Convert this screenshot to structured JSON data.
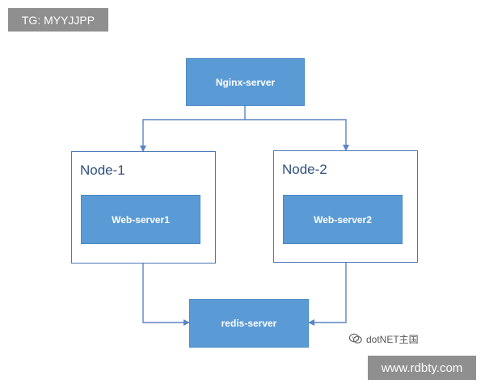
{
  "badges": {
    "top_left": "TG: MYYJJPP",
    "bottom_right": "www.rdbty.com"
  },
  "diagram": {
    "nodes": [
      {
        "title": "Node-1",
        "server": "Web-server1"
      },
      {
        "title": "Node-2",
        "server": "Web-server2"
      }
    ],
    "load_balancer": "Nginx-server",
    "cache": "redis-server"
  },
  "watermark": {
    "text": "dotNET主国",
    "icon": "wechat-icon"
  },
  "colors": {
    "server_fill": "#5b9bd5",
    "border": "#4a78b8",
    "text_on_server": "#ffffff",
    "badge_fill": "#8f8f8f"
  }
}
